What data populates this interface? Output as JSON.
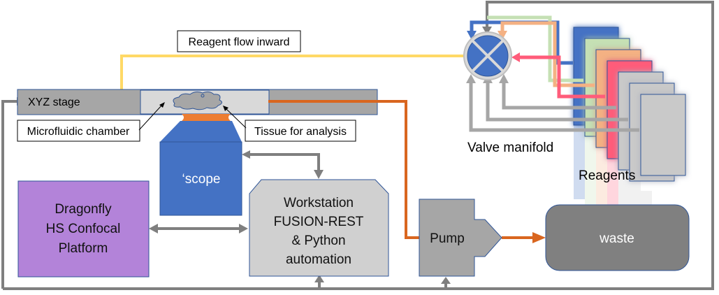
{
  "diagram": {
    "type": "system-schematic",
    "labels": {
      "reagent_flow": "Reagent flow inward",
      "xyz_stage": "XYZ stage",
      "microfluidic_chamber": "Microfluidic chamber",
      "tissue": "Tissue for analysis",
      "scope": "‘scope",
      "dragonfly": [
        "Dragonfly",
        "HS Confocal",
        "Platform"
      ],
      "workstation": [
        "Workstation",
        "FUSION-REST",
        "& Python",
        "automation"
      ],
      "pump": "Pump",
      "waste": "waste",
      "valve_manifold": "Valve manifold",
      "reagents": "Reagents"
    },
    "colors": {
      "stage_gray": "#a6a6a6",
      "chamber": "#d9d9d9",
      "outline_blue": "#2f5597",
      "scope_blue": "#4472c4",
      "objective_orange": "#ed7d31",
      "dragonfly_purple": "#b383d9",
      "workstation_gray": "#d0d0d0",
      "pump_gray": "#a6a6a6",
      "waste_gray": "#808080",
      "yellow_flow": "#ffd966",
      "orange_flow": "#d9661f",
      "control_gray": "#7f7f7f",
      "reagent_blue": "#4472c4",
      "reagent_green": "#c5e0b4",
      "reagent_peach": "#f4b183",
      "reagent_pink": "#ff5c7a",
      "reagent_gray": "#c9c9c9"
    },
    "reagents": [
      {
        "name": "reagent-1",
        "color": "#4472c4"
      },
      {
        "name": "reagent-2",
        "color": "#c5e0b4"
      },
      {
        "name": "reagent-3",
        "color": "#f4b183"
      },
      {
        "name": "reagent-4",
        "color": "#ff5c7a"
      },
      {
        "name": "reagent-5",
        "color": "#c9c9c9"
      },
      {
        "name": "reagent-6",
        "color": "#c9c9c9"
      },
      {
        "name": "reagent-7",
        "color": "#c9c9c9"
      }
    ]
  }
}
